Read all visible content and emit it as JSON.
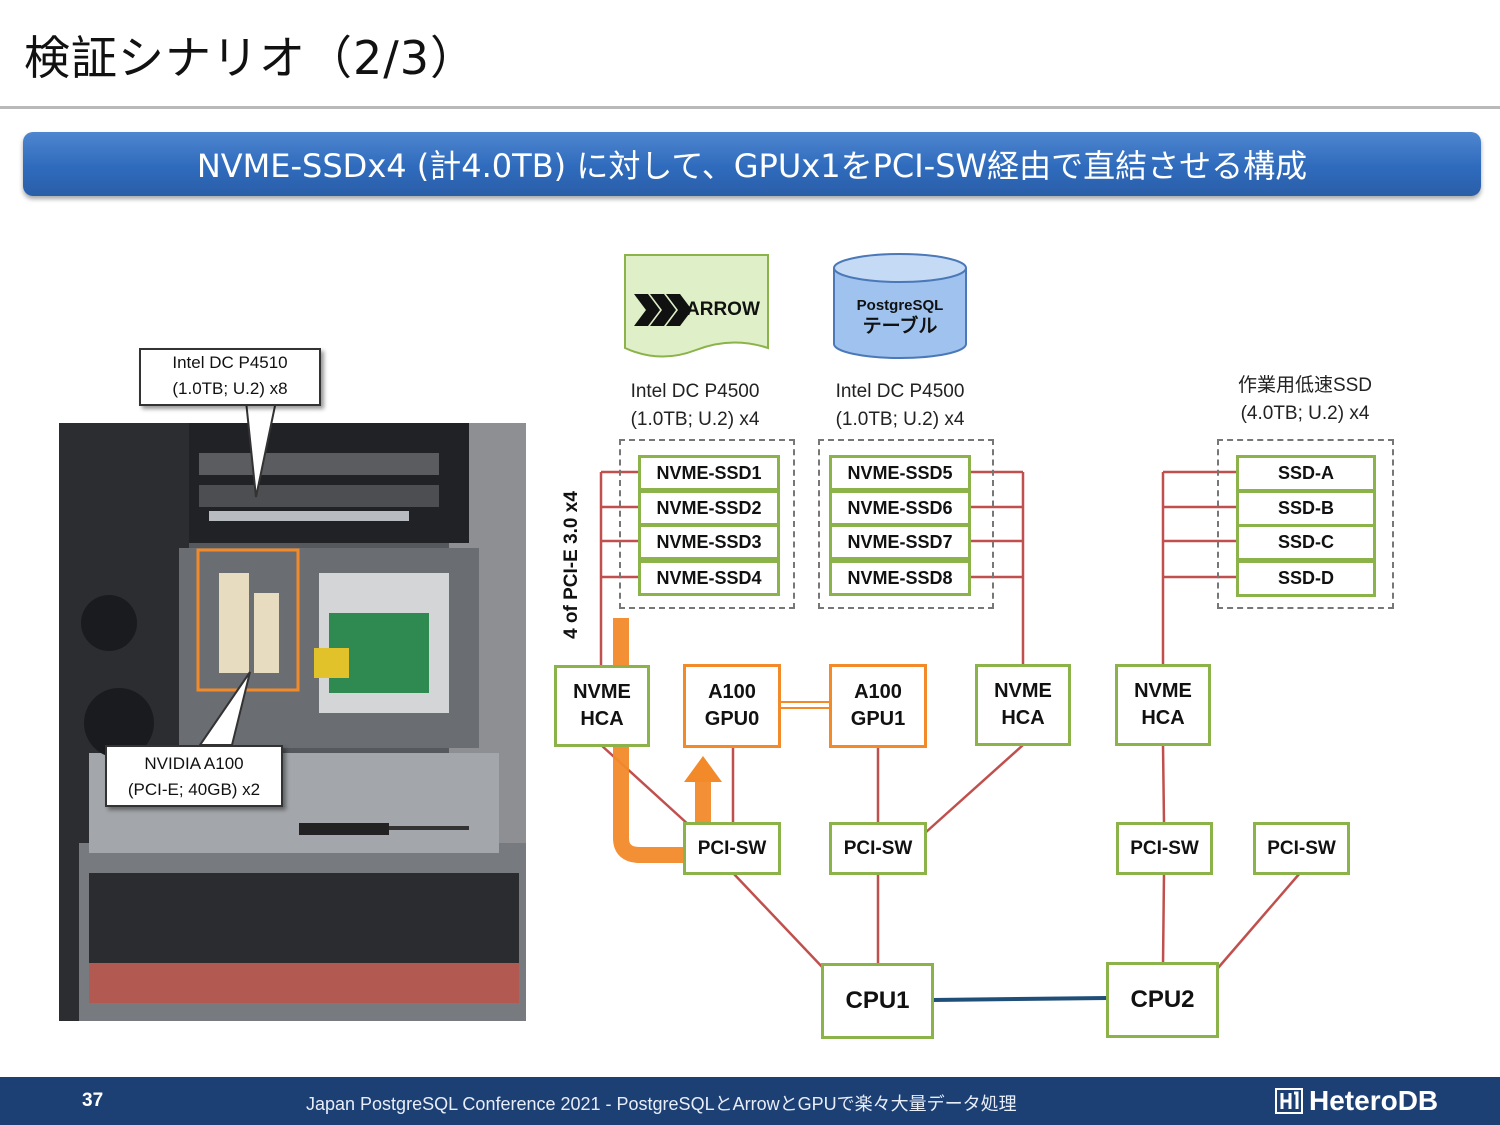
{
  "title": "検証シナリオ（2/3）",
  "banner": "NVME-SSDx4 (計4.0TB) に対して、GPUx1をPCI-SW経由で直結させる構成",
  "callouts": {
    "storage": [
      "Intel DC P4510",
      "(1.0TB; U.2) x8"
    ],
    "gpu": [
      "NVIDIA A100",
      "(PCI-E; 40GB) x2"
    ]
  },
  "icons": {
    "arrow_logo": "ARROW",
    "pg_table": [
      "PostgreSQL",
      "テーブル"
    ]
  },
  "groups": [
    {
      "label": [
        "Intel DC P4500",
        "(1.0TB; U.2) x4"
      ],
      "items": [
        "NVME-SSD1",
        "NVME-SSD2",
        "NVME-SSD3",
        "NVME-SSD4"
      ]
    },
    {
      "label": [
        "Intel DC P4500",
        "(1.0TB; U.2) x4"
      ],
      "items": [
        "NVME-SSD5",
        "NVME-SSD6",
        "NVME-SSD7",
        "NVME-SSD8"
      ]
    },
    {
      "label": [
        "作業用低速SSD",
        "(4.0TB; U.2) x4"
      ],
      "items": [
        "SSD-A",
        "SSD-B",
        "SSD-C",
        "SSD-D"
      ]
    }
  ],
  "pcie_label": "4 of PCI-E 3.0 x4",
  "hca": [
    "NVME",
    "HCA"
  ],
  "gpus": [
    [
      "A100",
      "GPU0"
    ],
    [
      "A100",
      "GPU1"
    ]
  ],
  "pci_sw": "PCI-SW",
  "cpus": [
    "CPU1",
    "CPU2"
  ],
  "colors": {
    "box_border": "#8cb24a",
    "gpu_border": "#f28a2a",
    "link": "#c0504d",
    "cpu_link": "#1f4e79",
    "banner": "#2f6bbd",
    "footer": "#1c3f74"
  },
  "footer": {
    "page": "37",
    "text": "Japan PostgreSQL Conference 2021 - PostgreSQLとArrowとGPUで楽々大量データ処理",
    "brand": "HeteroDB"
  }
}
